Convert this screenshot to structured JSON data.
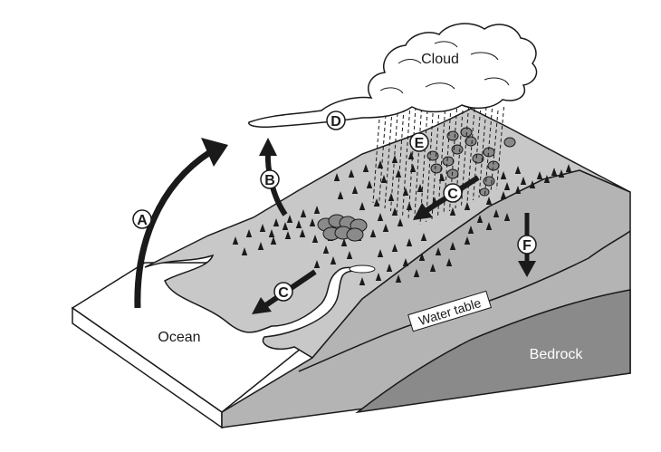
{
  "labels": {
    "cloud": "Cloud",
    "ocean": "Ocean",
    "water_table": "Water table",
    "bedrock": "Bedrock"
  },
  "markers": {
    "a": "A",
    "b": "B",
    "c_upper": "C",
    "c_lower": "C",
    "d": "D",
    "e": "E",
    "f": "F"
  },
  "colors": {
    "land": "#c8c8c8",
    "soil": "#b4b4b4",
    "bedrock": "#8a8a8a",
    "ocean": "#ffffff",
    "ink": "#1a1a1a"
  }
}
